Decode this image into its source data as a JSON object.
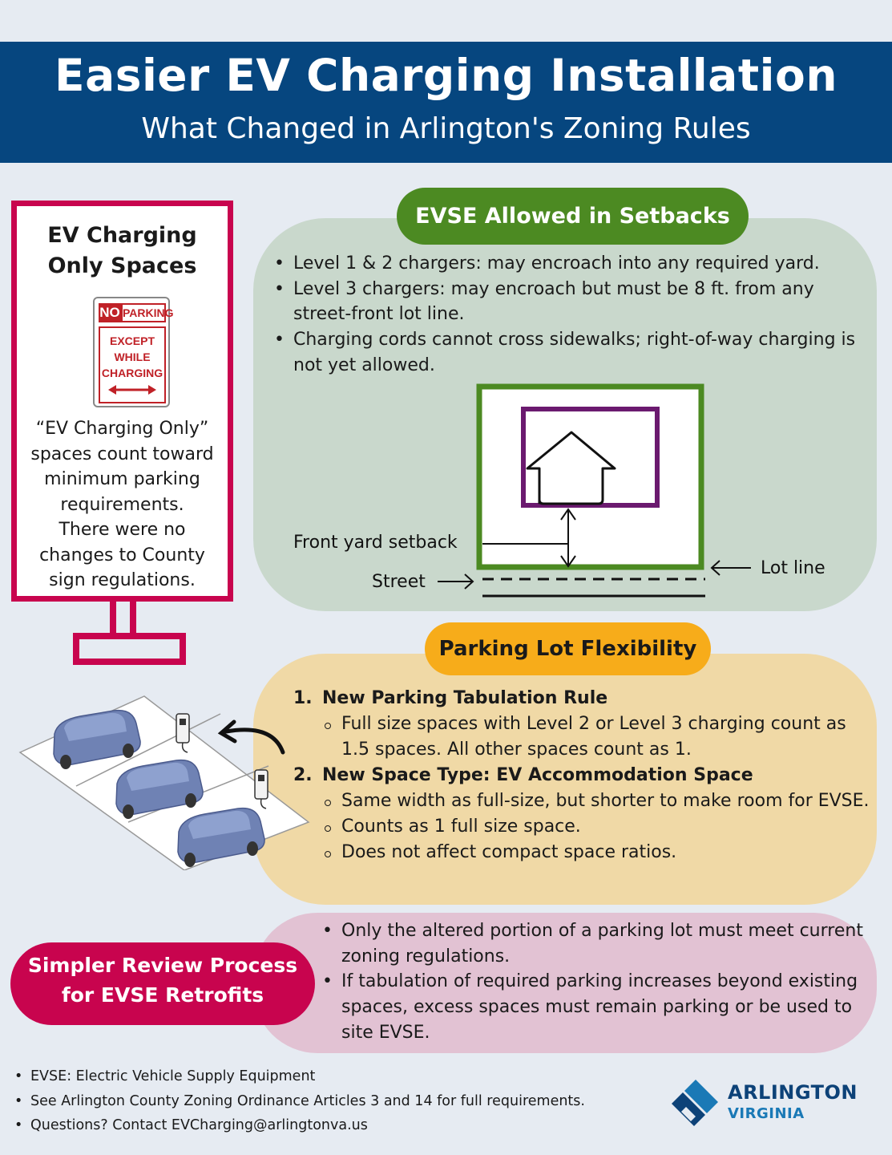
{
  "header": {
    "title": "Easier EV Charging Installation",
    "subtitle": "What Changed in Arlington's Zoning Rules"
  },
  "sign_panel": {
    "title_line1": "EV Charging",
    "title_line2": "Only Spaces",
    "no_parking_sign": {
      "no": "NO",
      "parking": "PARKING",
      "except_line1": "EXCEPT",
      "except_line2": "WHILE",
      "except_line3": "CHARGING"
    },
    "body_lines": [
      "“EV Charging Only”",
      "spaces count toward",
      "minimum parking",
      "requirements.",
      "There were no",
      "changes to County",
      "sign regulations."
    ]
  },
  "setbacks": {
    "title": "EVSE Allowed in Setbacks",
    "bullets": [
      "Level 1 & 2 chargers: may encroach into any required yard.",
      "Level 3 chargers: may encroach but must be 8 ft. from any street-front lot line.",
      "Charging cords cannot cross sidewalks; right-of-way charging is not yet allowed."
    ],
    "diagram": {
      "front_yard_label": "Front yard setback",
      "street_label": "Street",
      "lot_line_label": "Lot line"
    }
  },
  "parking": {
    "title": "Parking Lot Flexibility",
    "items": [
      {
        "number": "1.",
        "heading": "New Parking Tabulation Rule",
        "subs": [
          "Full size spaces with Level 2 or Level 3 charging count as 1.5 spaces. All other spaces count as 1."
        ]
      },
      {
        "number": "2.",
        "heading": "New Space Type: EV Accommodation Space",
        "subs": [
          "Same width as full-size, but shorter to make room for EVSE.",
          "Counts as 1 full size space.",
          "Does not affect compact space ratios."
        ]
      }
    ]
  },
  "review": {
    "title_line1": "Simpler Review Process",
    "title_line2": "for EVSE Retrofits",
    "bullets": [
      "Only the altered portion of a parking lot must meet current zoning regulations.",
      "If tabulation of required parking increases beyond existing spaces, excess spaces must remain parking or be used to site EVSE."
    ]
  },
  "footer": {
    "notes": [
      "EVSE: Electric Vehicle Supply Equipment",
      "See Arlington County Zoning Ordinance Articles 3 and 14 for full requirements.",
      "Questions? Contact EVCharging@arlingtonva.us"
    ],
    "logo_name": "ARLINGTON",
    "logo_sub": "VIRGINIA"
  },
  "colors": {
    "header_blue": "#06467f",
    "sign_magenta": "#c8044e",
    "setback_green": "#4c8a22",
    "setback_bg": "#c9d8cc",
    "parking_orange": "#f7ac1a",
    "parking_bg": "#f0d9a6",
    "review_bg": "#e2c2d3",
    "house_box_purple": "#6b1a6f",
    "page_bg": "#e6ebf2"
  }
}
